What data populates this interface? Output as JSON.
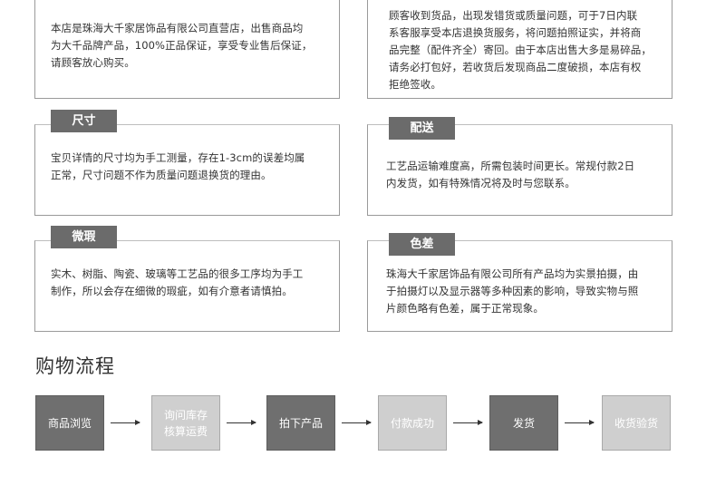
{
  "panels": {
    "top_left": {
      "text": "本店是珠海大千家居饰品有限公司直营店，出售商品均\n为大千品牌产品，100%正品保证，享受专业售后保证，\n请顾客放心购买。"
    },
    "top_right": {
      "text": "顾客收到货品，出现发错货或质量问题，可于7日内联\n系客服享受本店退换货服务，将问题拍照证实，并将商\n品完整（配件齐全）寄回。由于本店出售大多是易碎品，\n请务必打包好，若收货后发现商品二度破损，本店有权\n拒绝签收。"
    },
    "size": {
      "label": "尺寸",
      "text": "宝贝详情的尺寸均为手工测量，存在1-3cm的误差均属\n正常，尺寸问题不作为质量问题退换货的理由。"
    },
    "shipping": {
      "label": "配送",
      "text": "工艺品运输难度高，所需包装时间更长。常规付款2日\n内发货，如有特殊情况将及时与您联系。"
    },
    "flaw": {
      "label": "微瑕",
      "text": "实木、树脂、陶瓷、玻璃等工艺品的很多工序均为手工\n制作，所以会存在细微的瑕疵，如有介意者请慎拍。"
    },
    "color_diff": {
      "label": "色差",
      "text": "珠海大千家居饰品有限公司所有产品均为实景拍摄，由\n于拍摄灯以及显示器等多种因素的影响，导致实物与照\n片颜色略有色差，属于正常现象。"
    }
  },
  "flow": {
    "title": "购物流程",
    "steps": [
      {
        "label": "商品浏览",
        "style": "dark"
      },
      {
        "label": "询问库存\n核算运费",
        "style": "light"
      },
      {
        "label": "拍下产品",
        "style": "dark"
      },
      {
        "label": "付款成功",
        "style": "light"
      },
      {
        "label": "发货",
        "style": "dark"
      },
      {
        "label": "收货验货",
        "style": "light"
      }
    ]
  },
  "colors": {
    "tab_bg": "#6b6b6b",
    "step_dark": "#6f6f6f",
    "step_light": "#cfcfcf",
    "border": "#9a9a9a",
    "text": "#333333"
  }
}
